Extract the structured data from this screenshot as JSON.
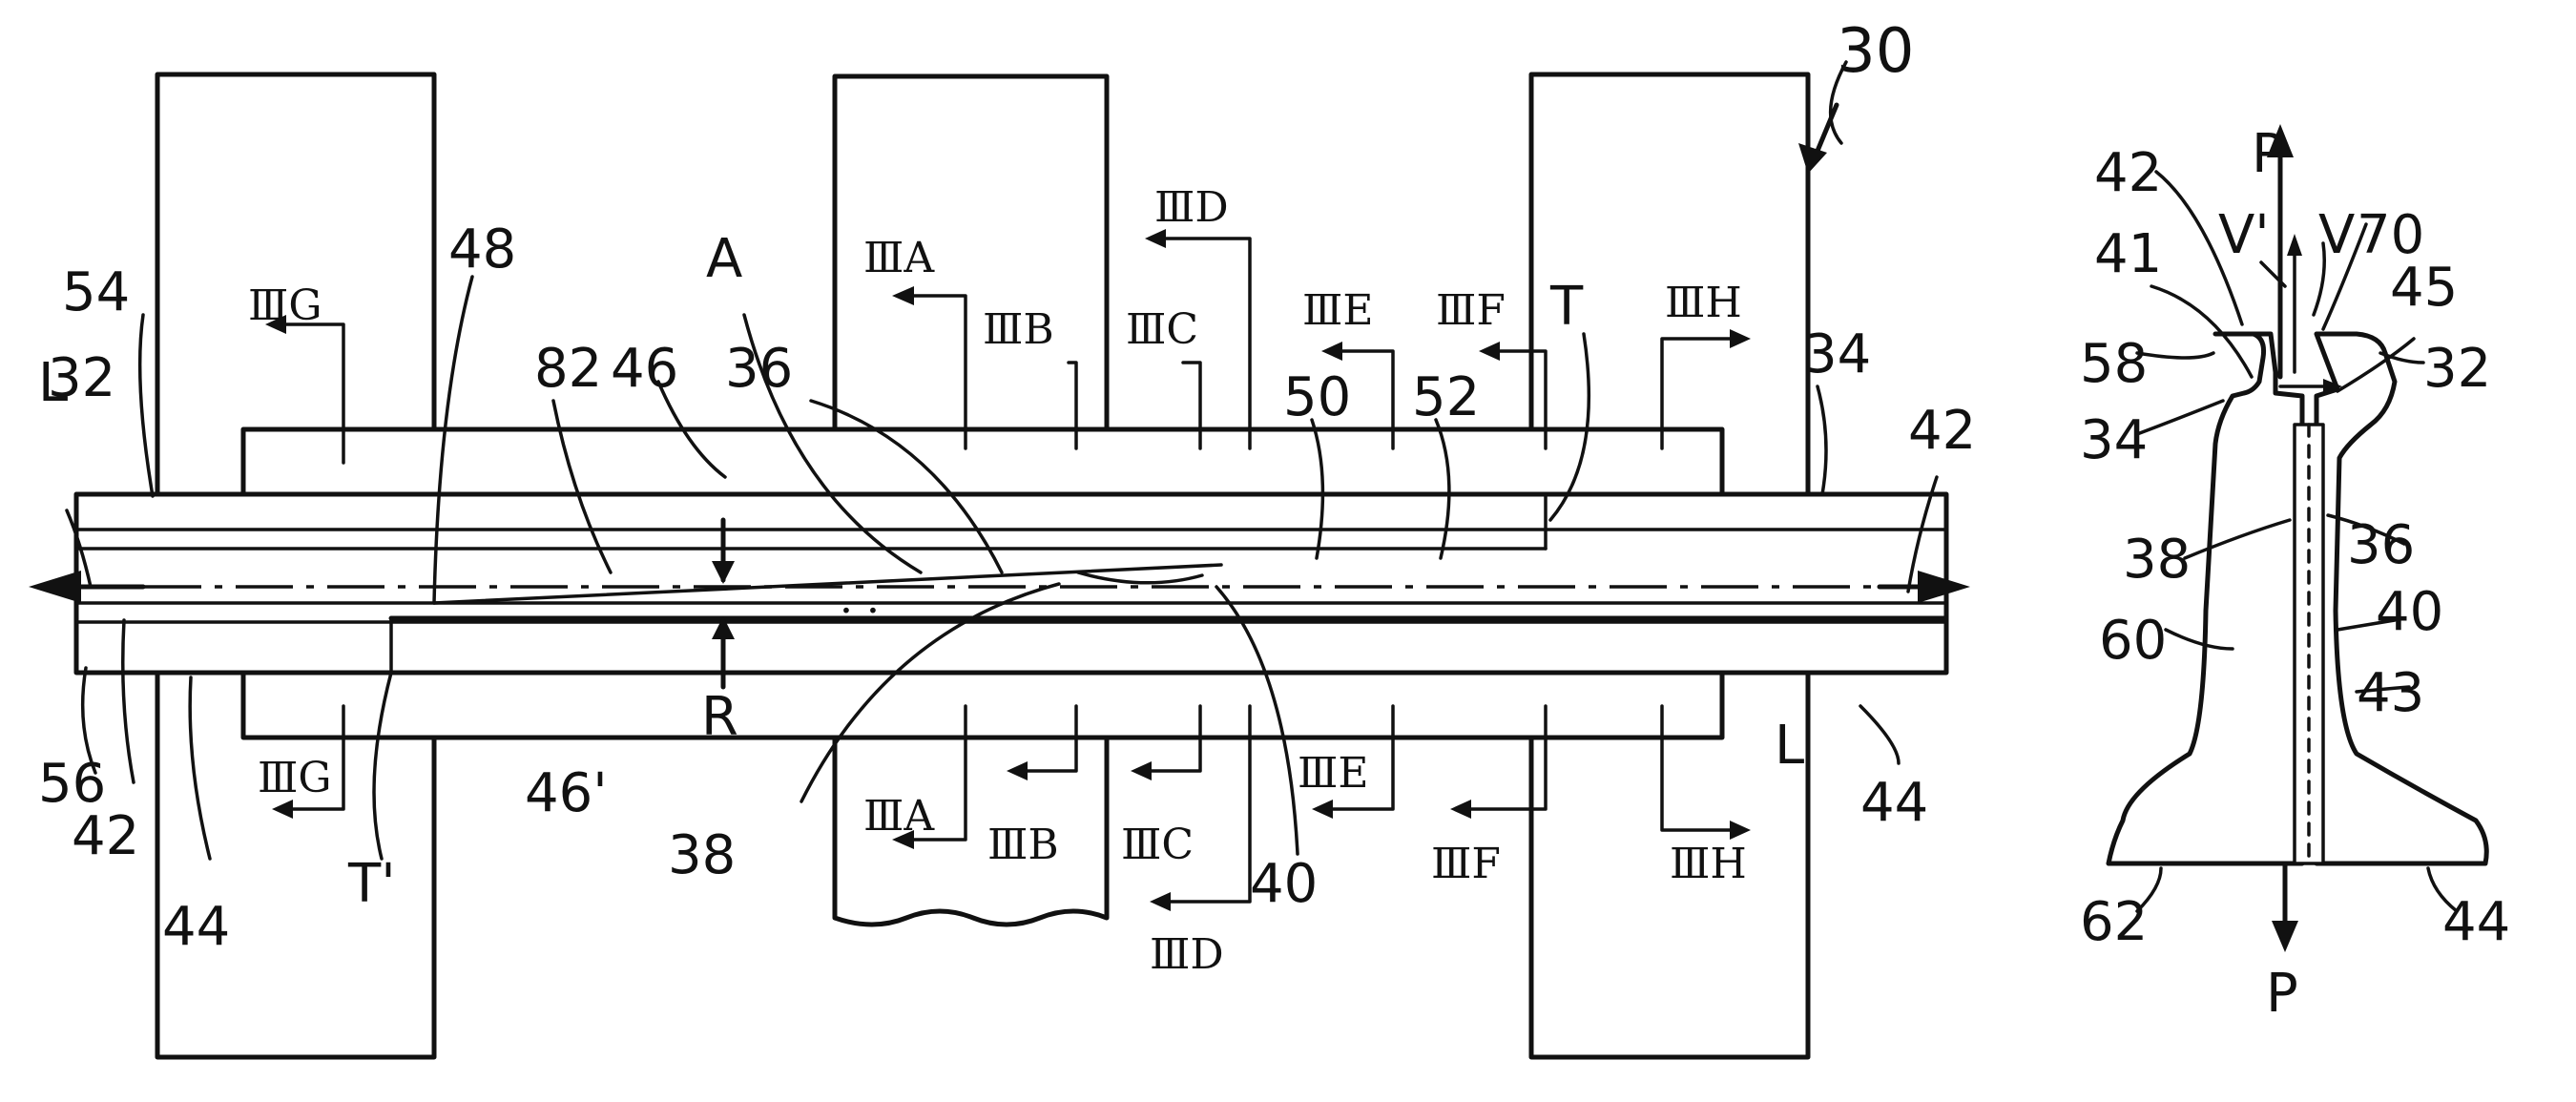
{
  "figure": {
    "label_30": "30",
    "label_A": "A",
    "label_R": "R",
    "label_T": "T",
    "label_T_prime": "T'",
    "label_L_left": "L",
    "label_L_right": "L",
    "ref_54": "54",
    "ref_32_left": "32",
    "ref_56": "56",
    "ref_42_left": "42",
    "ref_44_left": "44",
    "ref_48": "48",
    "ref_82": "82",
    "ref_46": "46",
    "ref_46_prime": "46'",
    "ref_36": "36",
    "ref_38": "38",
    "ref_40": "40",
    "ref_50": "50",
    "ref_52": "52",
    "ref_34": "34",
    "ref_42_right": "42",
    "ref_44_right": "44"
  },
  "sections": {
    "top_IIIG": "ⅢG",
    "top_IIIA": "ⅢA",
    "top_IIIB": "ⅢB",
    "top_IIIC": "ⅢC",
    "top_IIID": "ⅢD",
    "top_IIIE": "ⅢE",
    "top_IIIF": "ⅢF",
    "top_IIIH": "ⅢH",
    "bot_IIIG": "ⅢG",
    "bot_IIIA": "ⅢA",
    "bot_IIIB": "ⅢB",
    "bot_IIIC": "ⅢC",
    "bot_IIID": "ⅢD",
    "bot_IIIE": "ⅢE",
    "bot_IIIF": "ⅢF",
    "bot_IIIH": "ⅢH"
  },
  "cross_section": {
    "label_P_top": "P",
    "label_P_bottom": "P",
    "label_V_prime": "V'",
    "label_V": "V",
    "ref_42": "42",
    "ref_70": "70",
    "ref_41": "41",
    "ref_45": "45",
    "ref_58": "58",
    "ref_32": "32",
    "ref_34": "34",
    "ref_38": "38",
    "ref_36": "36",
    "ref_60": "60",
    "ref_40": "40",
    "ref_43": "43",
    "ref_62": "62",
    "ref_44": "44"
  }
}
